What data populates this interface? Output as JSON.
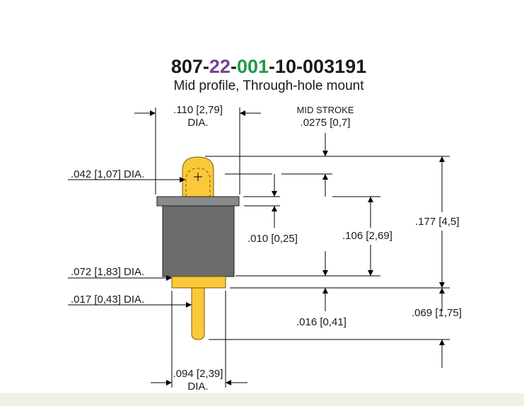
{
  "title": {
    "part1": "807-",
    "part2": "22",
    "part3": "-",
    "part4": "001",
    "part5": "-10-003191",
    "subtitle": "Mid profile, Through-hole mount"
  },
  "colors": {
    "text": "#1a1a1a",
    "purple": "#7b3f98",
    "green": "#1f9a48",
    "plunger": "#f9c93a",
    "plunger_stroke": "#7a5b00",
    "housing": "#6b6b6b",
    "flange": "#8a8a8a",
    "line": "#000000",
    "footer": "#f1f0e6"
  },
  "dimensions": {
    "top_dia": ".110 [2,79]",
    "top_dia_suffix": "DIA.",
    "mid_stroke_label": "MID STROKE",
    "mid_stroke_value": ".0275 [0,7]",
    "tip_dia": ".042 [1,07] DIA.",
    "flange_thickness": ".010 [0,25]",
    "body_height": ".106 [2,69]",
    "overall_height": ".177 [4,5]",
    "shoulder_dia": ".072 [1,83] DIA.",
    "tail_dia": ".017 [0,43] DIA.",
    "shoulder_height": ".016 [0,41]",
    "tail_length": ".069 [1,75]",
    "bottom_dia": ".094 [2,39]",
    "bottom_dia_suffix": "DIA."
  }
}
